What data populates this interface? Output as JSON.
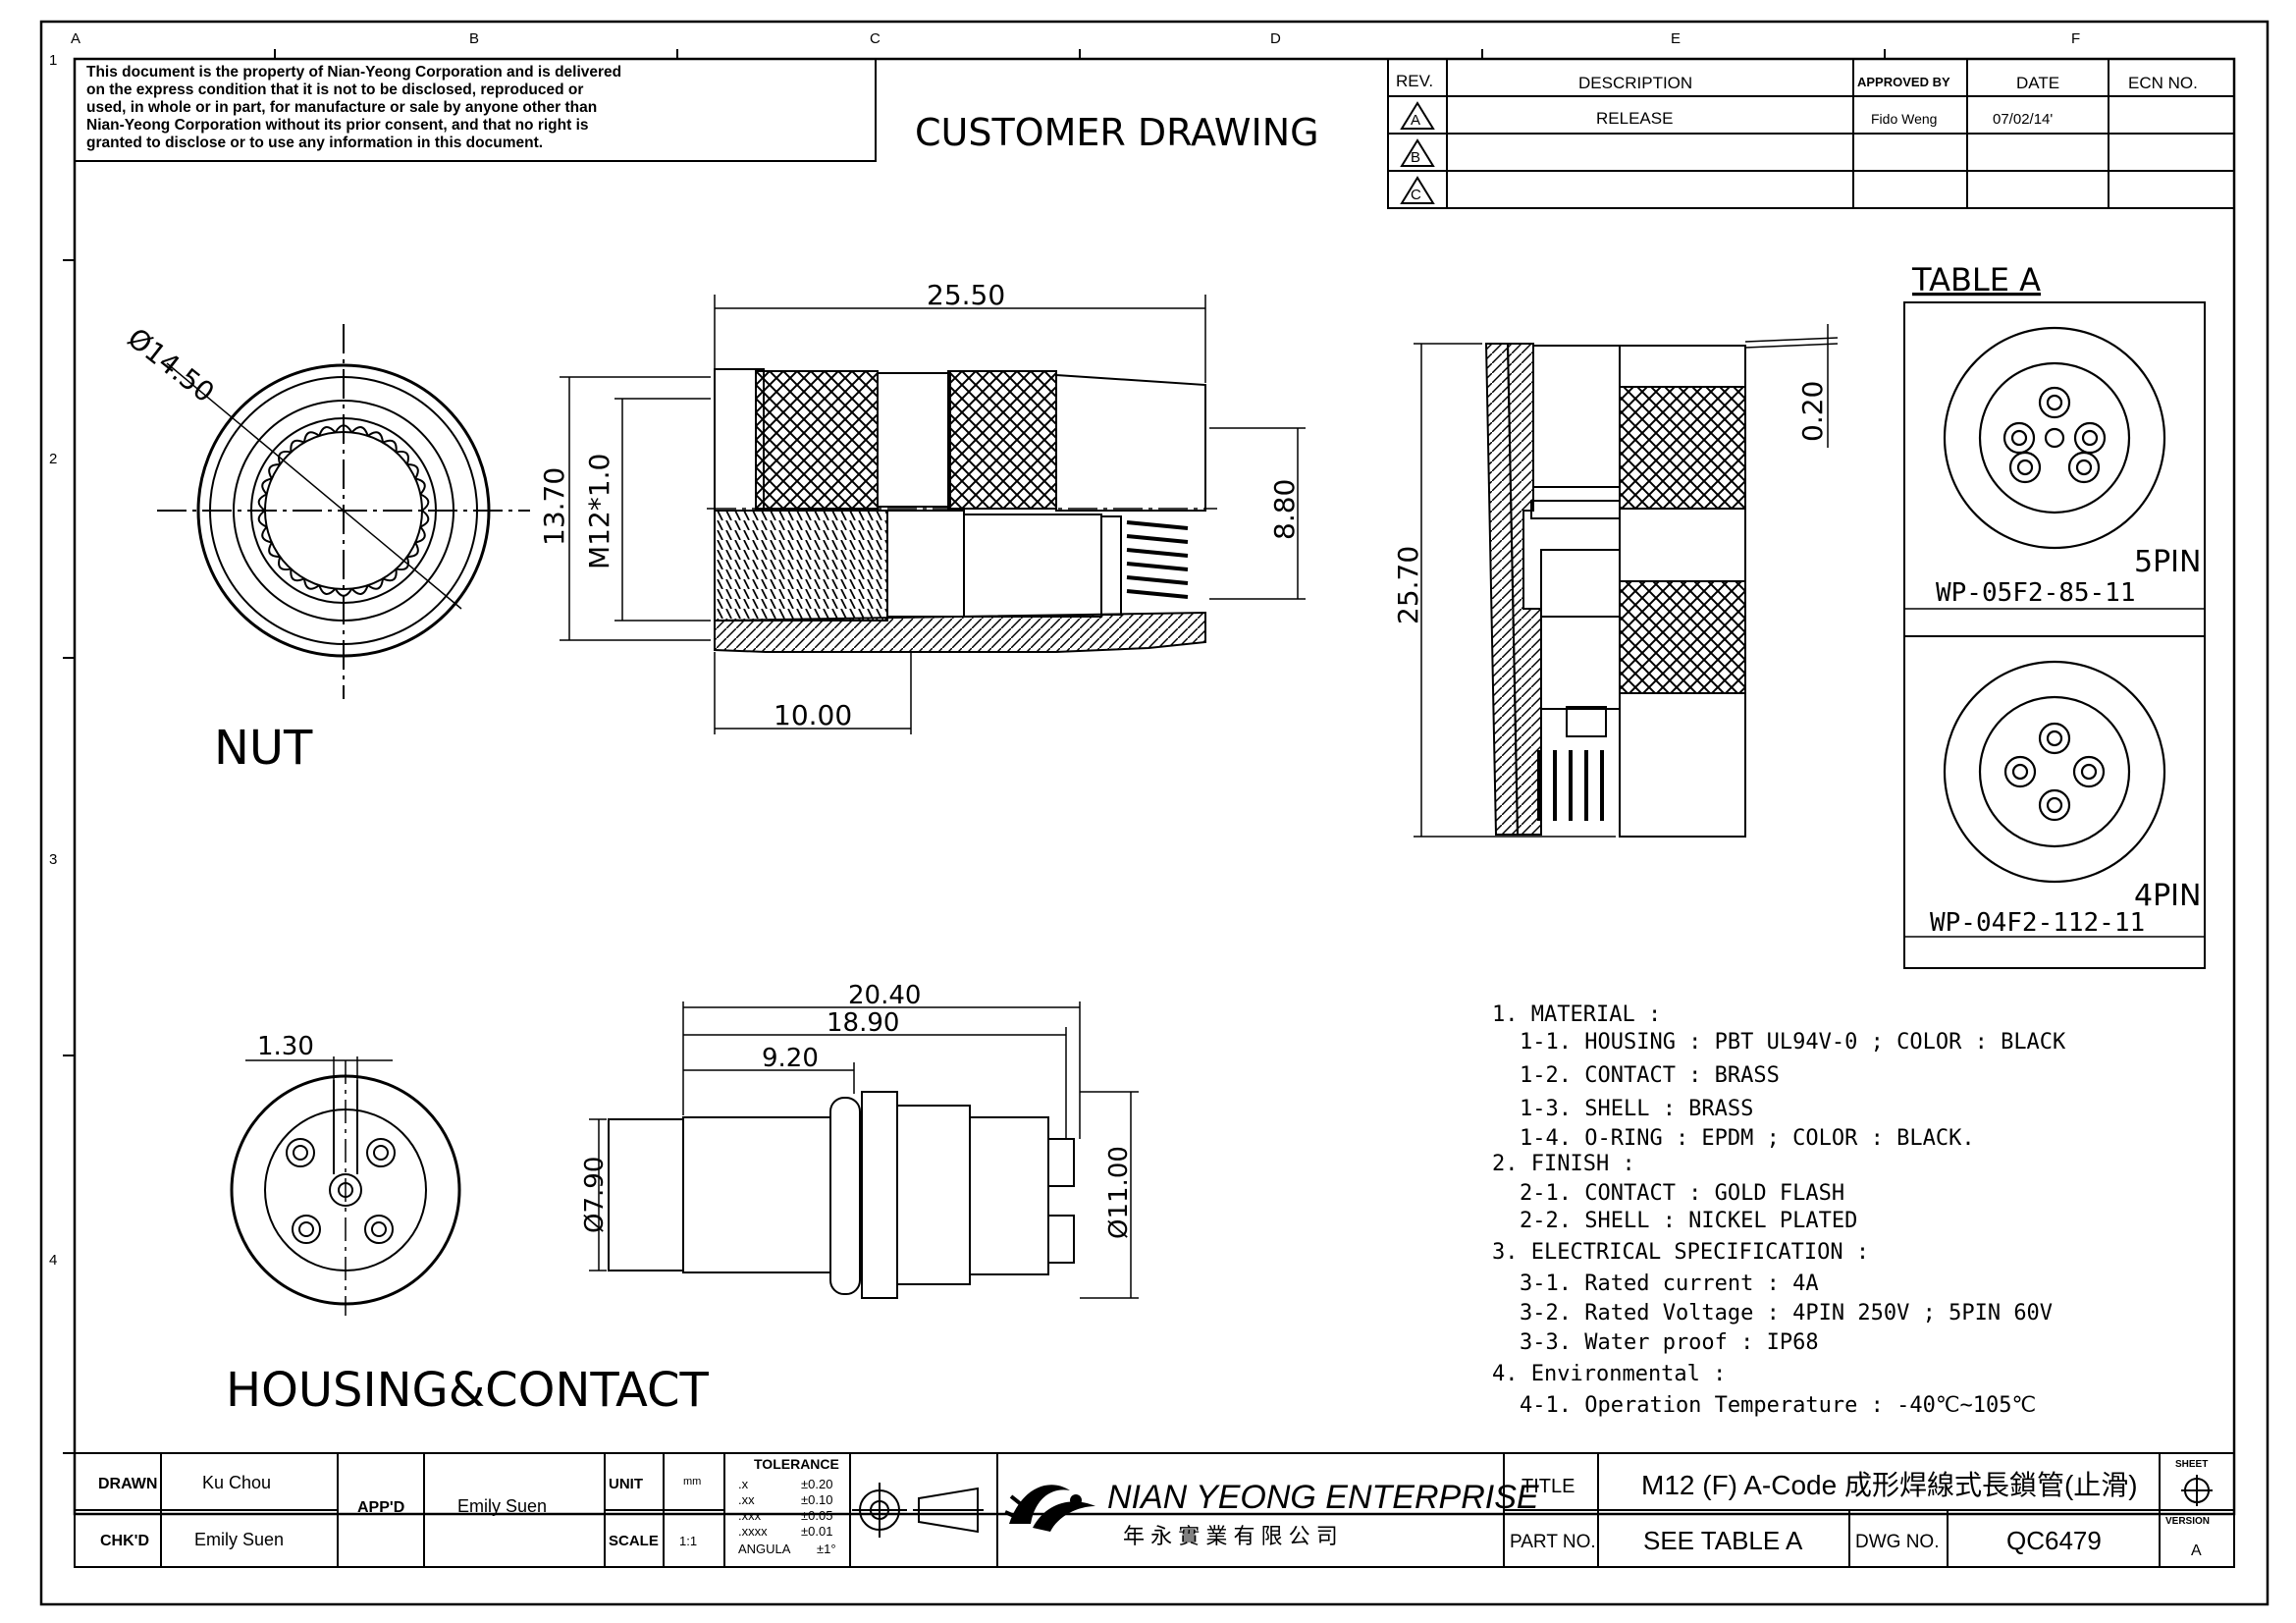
{
  "notice": [
    "This document is the property of Nian-Yeong Corporation and is delivered",
    "on  the  express condition that it is not to be disclosed, reproduced or",
    "used, in whole or in part, for manufacture or sale by anyone other than",
    "Nian-Yeong Corporation without  its prior consent, and that  no right  is",
    "granted to disclose or to use any information in this  document."
  ],
  "heading": "CUSTOMER  DRAWING",
  "col_markers": [
    "A",
    "B",
    "C",
    "D",
    "E",
    "F"
  ],
  "row_markers": [
    "1",
    "2",
    "3",
    "4"
  ],
  "revision": {
    "headers": [
      "REV.",
      "DESCRIPTION",
      "APPROVED BY",
      "DATE",
      "ECN NO."
    ],
    "rows": [
      {
        "rev": "A",
        "description": "RELEASE",
        "approved": "Fido Weng",
        "date": "07/02/14'",
        "ecn": ""
      },
      {
        "rev": "B",
        "description": "",
        "approved": "",
        "date": "",
        "ecn": ""
      },
      {
        "rev": "C",
        "description": "",
        "approved": "",
        "date": "",
        "ecn": ""
      }
    ]
  },
  "views": {
    "nut_label": "NUT",
    "housing_label": "HOUSING&CONTACT",
    "nut_dia": "Ø14.50",
    "len_25_50": "25.50",
    "dim_13_70": "13.70",
    "dim_m12": "M12*1.0",
    "dim_8_80": "8.80",
    "dim_10_00": "10.00",
    "dim_0_20": "0.20",
    "dim_25_70": "25.70",
    "dim_1_30": "1.30",
    "dim_20_40": "20.40",
    "dim_18_90": "18.90",
    "dim_9_20": "9.20",
    "dim_7_90": "Ø7.90",
    "dim_11_00": "Ø11.00"
  },
  "table_a": {
    "title": "TABLE  A",
    "items": [
      {
        "pins": "5PIN",
        "part": "WP-05F2-85-11"
      },
      {
        "pins": "4PIN",
        "part": "WP-04F2-112-11"
      }
    ]
  },
  "notes": [
    "1.  MATERIAL  :",
    "1-1.  HOUSING  :  PBT  UL94V-0  ;  COLOR  :  BLACK",
    "1-2.  CONTACT  :  BRASS",
    "1-3.  SHELL  :  BRASS",
    "1-4.  O-RING  :  EPDM  ;  COLOR  :  BLACK.",
    "2.  FINISH  :",
    "2-1.  CONTACT  :  GOLD  FLASH",
    "2-2.  SHELL  :  NICKEL  PLATED",
    "3.  ELECTRICAL  SPECIFICATION  :",
    "3-1.  Rated  current  :  4A",
    "3-2.  Rated  Voltage  :  4PIN  250V  ;  5PIN  60V",
    "3-3.  Water  proof  :  IP68",
    "4.  Environmental  :",
    "4-1.  Operation  Temperature  :  -40℃~105℃"
  ],
  "title_block": {
    "drawn_label": "DRAWN",
    "drawn": "Ku Chou",
    "chkd_label": "CHK'D",
    "chkd": "Emily Suen",
    "appd_label": "APP'D",
    "appd": "Emily Suen",
    "unit_label": "UNIT",
    "unit": "mm",
    "scale_label": "SCALE",
    "scale": "1:1",
    "tolerance_title": "TOLERANCE",
    "tolerances": [
      {
        "k": ".x",
        "v": "±0.20"
      },
      {
        "k": ".xx",
        "v": "±0.10"
      },
      {
        "k": ".xxx",
        "v": "±0.05"
      },
      {
        "k": ".xxxx",
        "v": "±0.01"
      },
      {
        "k": "ANGULA",
        "v": "±1°"
      }
    ],
    "company": "NIAN YEONG ENTERPRISE",
    "company_cn": "年 永 實 業 有 限 公 司",
    "title_label": "TITLE",
    "title": "M12  (F)  A-Code  成形焊線式長鎖管(止滑)",
    "part_label": "PART NO.",
    "part": "SEE  TABLE  A",
    "dwg_label": "DWG NO.",
    "dwg": "QC6479",
    "sheet_label": "SHEET",
    "version_label": "VERSION",
    "version": "A"
  }
}
